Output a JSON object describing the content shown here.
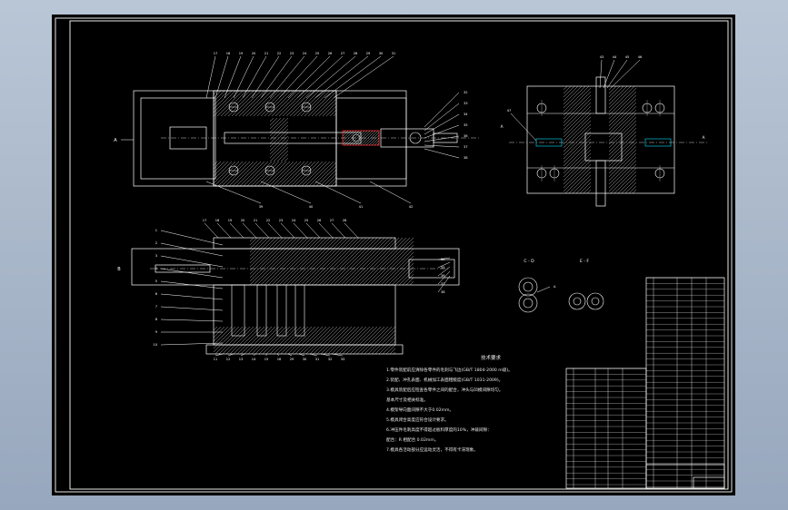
{
  "drawing": {
    "background": "#000000",
    "line_color": "#ffffff",
    "accent_red": "#ff2b2b",
    "accent_cyan": "#00e5ff",
    "section_labels": {
      "main_left": "A",
      "lower_left": "B",
      "side_left": "A",
      "side_right": "A",
      "section_cd": "C - D",
      "section_ef": "E - F",
      "detail_callout": "A"
    },
    "callouts_main_top": [
      "17",
      "18",
      "19",
      "20",
      "21",
      "22",
      "23",
      "24",
      "25",
      "26",
      "27",
      "28",
      "29",
      "30",
      "31"
    ],
    "callouts_main_right": [
      "32",
      "33",
      "34",
      "35",
      "36",
      "37",
      "38"
    ],
    "callouts_main_bottom": [
      "39",
      "40",
      "41",
      "42"
    ],
    "callouts_lower_top": [
      "17",
      "18",
      "19",
      "20",
      "21",
      "22",
      "23",
      "24",
      "25",
      "26",
      "27",
      "28"
    ],
    "callouts_lower_left": [
      "1",
      "2",
      "3",
      "4",
      "5",
      "6",
      "7",
      "8",
      "9",
      "10"
    ],
    "callouts_lower_bottom": [
      "11",
      "12",
      "13",
      "14",
      "15",
      "16",
      "29",
      "30",
      "31",
      "32",
      "33"
    ],
    "callouts_lower_right": [
      "34",
      "35",
      "36",
      "37",
      "38"
    ],
    "callouts_side_top": [
      "43",
      "44",
      "45",
      "46"
    ],
    "callouts_side_left": [
      "47"
    ]
  },
  "tech_notes": {
    "title": "技术要求",
    "lines": [
      "1.零件装配前应清除各零件的毛刺与飞边(GB/T 1804-2000 m级)。",
      "2.装配、冲孔表面、机械加工表面粗糙度(GB/T 1031-2009)。",
      "3.模具装配后应检查各零件之间的配合，冲头与凹模间隙均匀。",
      "基本尺寸及相关标准。",
      "4.模架导向面间隙不大于0.02mm。",
      "5.模具闭合高度应符合设计要求。",
      "6.冲压件毛刺高度不得超过板料厚度的10%，冲裁间隙：",
      "配合：R 相配合 0.02mm。",
      "7.模具各活动部分应运动灵活，不得有卡滞现象。"
    ]
  }
}
